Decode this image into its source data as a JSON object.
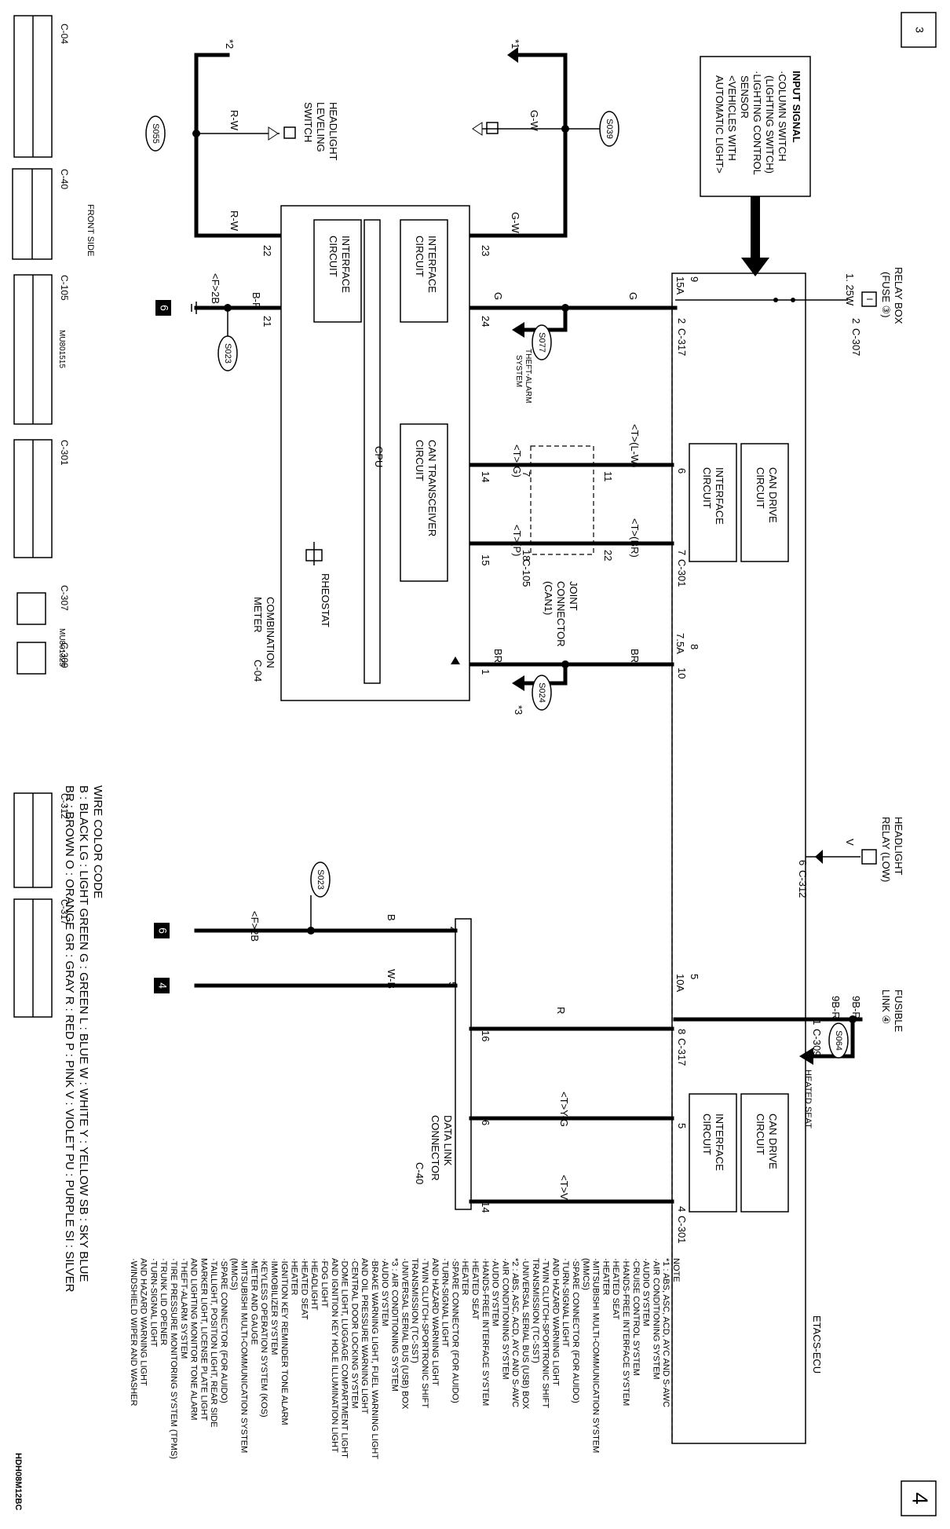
{
  "page": {
    "left_number": "3",
    "right_number": "4",
    "drawing_code": "HDH08M12BC"
  },
  "connector_tables": [
    {
      "id": "C-04"
    },
    {
      "id": "C-40",
      "note": "FRONT SIDE"
    },
    {
      "id": "C-105",
      "part": "MU801515"
    },
    {
      "id": "C-301"
    },
    {
      "id": "C-307",
      "part": "MU801325"
    },
    {
      "id": "C-309"
    },
    {
      "id": "C-312"
    },
    {
      "id": "C-317"
    }
  ],
  "input_signal": {
    "line1": "INPUT SIGNAL",
    "line2": "·COLUMN SWITCH",
    "line3": "(LIGHTING SWITCH)",
    "line4": "·LIGHTING CONTROL",
    "line5": "SENSOR",
    "line6": "<VEHICLES WITH",
    "line7": "AUTOMATIC LIGHT>"
  },
  "headlight_switch": {
    "line1": "HEADLIGHT",
    "line2": "LEVELING",
    "line3": "SWITCH"
  },
  "relay_box": {
    "line1": "RELAY BOX",
    "line2": "(FUSE ③)",
    "wire": "1. 25W",
    "fuse_num": "9",
    "fuse_amp": "15A"
  },
  "headlight_relay": {
    "line1": "HEADLIGHT",
    "line2": "RELAY (LOW)",
    "wire": "V",
    "pin": "6",
    "conn": "C-312"
  },
  "fusible_link": {
    "line1": "FUSIBLE",
    "line2": "LINK ④",
    "wire": "9B-R",
    "fuse_num": "5",
    "fuse_amp": "10A",
    "pin": "1",
    "conn": "C-309",
    "splice": "S064",
    "heated_seat": "HEATED SEAT"
  },
  "etacs": {
    "title": "ETACS-ECU",
    "can_drive_1": "CAN DRIVE",
    "can_drive_2": "CIRCUIT",
    "interface_1": "INTERFACE",
    "interface_2": "CIRCUIT",
    "fuse2_num": "8",
    "fuse2_amp": "7.5A",
    "pin_2": "2",
    "conn_307": "C-307",
    "pin_317a": "2",
    "conn_317a": "C-317",
    "pin_6": "6",
    "pin_7": "7",
    "conn_301a": "C-301",
    "pin_10": "10",
    "pin_8": "8",
    "conn_317b": "C-317",
    "pin_5": "5",
    "pin_4": "4",
    "conn_301b": "C-301"
  },
  "meter": {
    "title1": "COMBINATION",
    "title2": "METER",
    "conn": "C-04",
    "cpu": "CPU",
    "can_trans_1": "CAN TRANSCEIVER",
    "can_trans_2": "CIRCUIT",
    "interface_1": "INTERFACE",
    "interface_2": "CIRCUIT",
    "rheostat": "RHEOSTAT",
    "pins": {
      "p22": "22",
      "p23": "23",
      "p21": "21",
      "p24": "24",
      "p14": "14",
      "p15": "15",
      "p1": "1"
    }
  },
  "joint": {
    "line1": "JOINT",
    "line2": "CONNECTOR",
    "line3": "(CAN1)",
    "pin_11": "11",
    "pin_22": "22",
    "pin_7": "7",
    "pin_18": "18",
    "conn": "C-105"
  },
  "dlc": {
    "line1": "DATA LINK",
    "line2": "CONNECTOR",
    "conn": "C-40",
    "pins": {
      "p4": "4",
      "p5": "5",
      "p16": "16",
      "p6": "6",
      "p14": "14"
    }
  },
  "wires": {
    "rw": "R-W",
    "gw": "G-W",
    "g": "G",
    "br": "BR",
    "br_r": "B-R",
    "b": "B",
    "wb": "W-B",
    "r": "R",
    "tlw": "<T>(L-W)",
    "tbr": "<T>(BR)",
    "tg": "<T>(G)",
    "tp": "<T>(P)",
    "tyg": "<T>Y-G",
    "tv": "<T>V",
    "f2b": "<F>2B"
  },
  "splices": {
    "s039": "S039",
    "s055": "S055",
    "s077": "S077",
    "s024": "S024",
    "s023": "S023"
  },
  "marks": {
    "star1": "*1",
    "star2": "*2",
    "star3": "*3",
    "ground6": "6",
    "ground4": "4",
    "theft_1": "THEFT-ALARM",
    "theft_2": "SYSTEM",
    "sw_I": "I"
  },
  "color_code": {
    "title": "WIRE COLOR CODE",
    "row1": "B : BLACK    LG : LIGHT GREEN    G : GREEN    L : BLUE    W : WHITE    Y : YELLOW    SB : SKY BLUE",
    "row2": "BR : BROWN    O : ORANGE    GR : GRAY    R : RED    P : PINK    V : VIOLET    PU : PURPLE    SI : SILVER"
  },
  "notes": [
    "NOTE",
    "*1 : ABS, ASC, ACD, AYC AND S-AWC",
    "·AIR CONDITIONING SYSTEM",
    "·AUDIO SYSTEM",
    "·CRUISE CONTROL SYSTEM",
    "·HANDS-FREE INTERFACE SYSTEM",
    "·HEATED SEAT",
    "·HEATER",
    "·MITSUBISHI MULTI-COMMUNICATION SYSTEM",
    "(MMCS)",
    "·SPARE CONNECTOR (FOR AUIDO)",
    "·TURN-SIGNAL LIGHT",
    "AND HAZARD WARNING LIGHT",
    "·TWIN CLUTCH-SPORTRONIC SHIFT",
    "TRANSMISSION (TC-SST)",
    "·UNIVERSAL SERIAL BUS (USB) BOX",
    "*2 : ABS, ASC, ACD, AYC AND S-AWC",
    "·AIR CONDITIONING SYSTEM",
    "·AUDIO SYSTEM",
    "·HANDS-FREE INTERFACE SYSTEM",
    "·HEATED SEAT",
    "·HEATER",
    "·SPARE CONNECTOR (FOR AUIDO)",
    "·TURN-SIGNAL LIGHT",
    "AND HAZARD WARNING LIGHT",
    "·TWIN CLUTCH-SPORTRONIC SHIFT",
    "TRANSMISSION (TC-SST)",
    "·UNIVERSAL SERIAL BUS (USB) BOX",
    "*3 : AIR CONDITIONING SYSTEM",
    "·AUDIO SYSTEM",
    "·BRAKE WARNING LIGHT, FUEL WARNING LIGHT",
    "AND OIL PRESSURE WARNING LIGHT",
    "·CENTRAL DOOR LOCKING SYSTEM",
    "·DOME LIGHT, LUGGAGE COMPARTMENT LIGHT",
    "AND IGNITION KEY HOLE ILLUMINATION LIGHT",
    "·FOG LIGHT",
    "·HEADLIGHT",
    "·HEATED SEAT",
    "·HEATER",
    "·IGNITION KEY REMINDER TONE ALARM",
    "·IMMOBILIZER SYSTEM",
    "·KEYLESS OPERATION SYSTEM (KOS)",
    "·METER AND GAUGE",
    "·MITSUBISHI MULTI-COMMUNICATION SYSTEM",
    "(MMCS)",
    "·SPARE CONNECTOR (FOR AUIDO)",
    "·TAILLIGHT, POSITION LIGHT, REAR SIDE",
    "MARKER LIGHT, LICENSE PLATE LIGHT",
    "AND LIGHTING MONITOR TONE ALARM",
    "·THEFT-ALARM SYSTEM",
    "·TIRE PRESSURE MONITORING SYSTEM (TPMS)",
    "·TRUNK LID OPENER",
    "·TURN-SIGNAL LIGHT",
    "AND HAZARD WARNING LIGHT",
    "·WINDSHIELD WIPER AND WASHER"
  ]
}
